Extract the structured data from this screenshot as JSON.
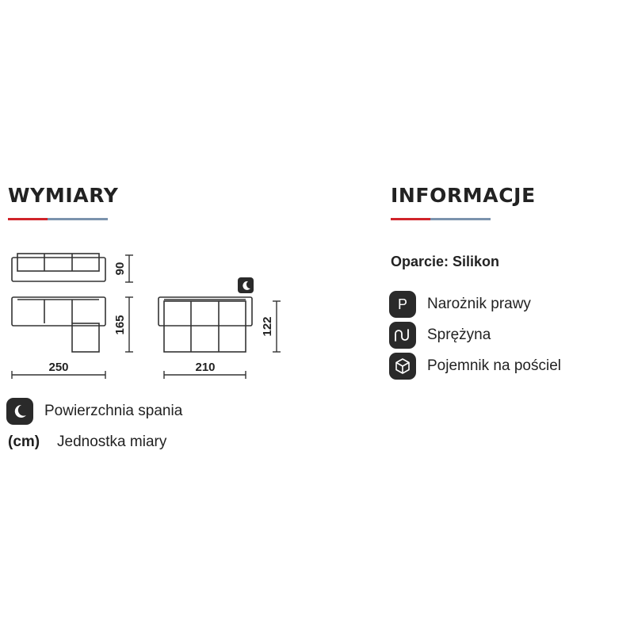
{
  "dimensions": {
    "heading": "WYMIARY",
    "corner_sofa": {
      "depth_label": "90",
      "chaise_depth_label": "165",
      "width_label": "250"
    },
    "sleeping_area": {
      "depth_label": "122",
      "width_label": "210"
    }
  },
  "legend": {
    "sleeping_label": "Powierzchnia spania",
    "unit_symbol": "(cm)",
    "unit_label": "Jednostka miary"
  },
  "info": {
    "heading": "INFORMACJE",
    "backrest": "Oparcie: Silikon",
    "features": [
      {
        "icon": "letter-p-icon",
        "glyph": "P",
        "label": "Narożnik prawy"
      },
      {
        "icon": "spring-icon",
        "label": "Sprężyna"
      },
      {
        "icon": "box-icon",
        "label": "Pojemnik na pościel"
      }
    ]
  },
  "colors": {
    "accent_red": "#d0232a",
    "accent_blue": "#7b93ad",
    "icon_background": "#2a2a2a",
    "outline": "#333333"
  }
}
